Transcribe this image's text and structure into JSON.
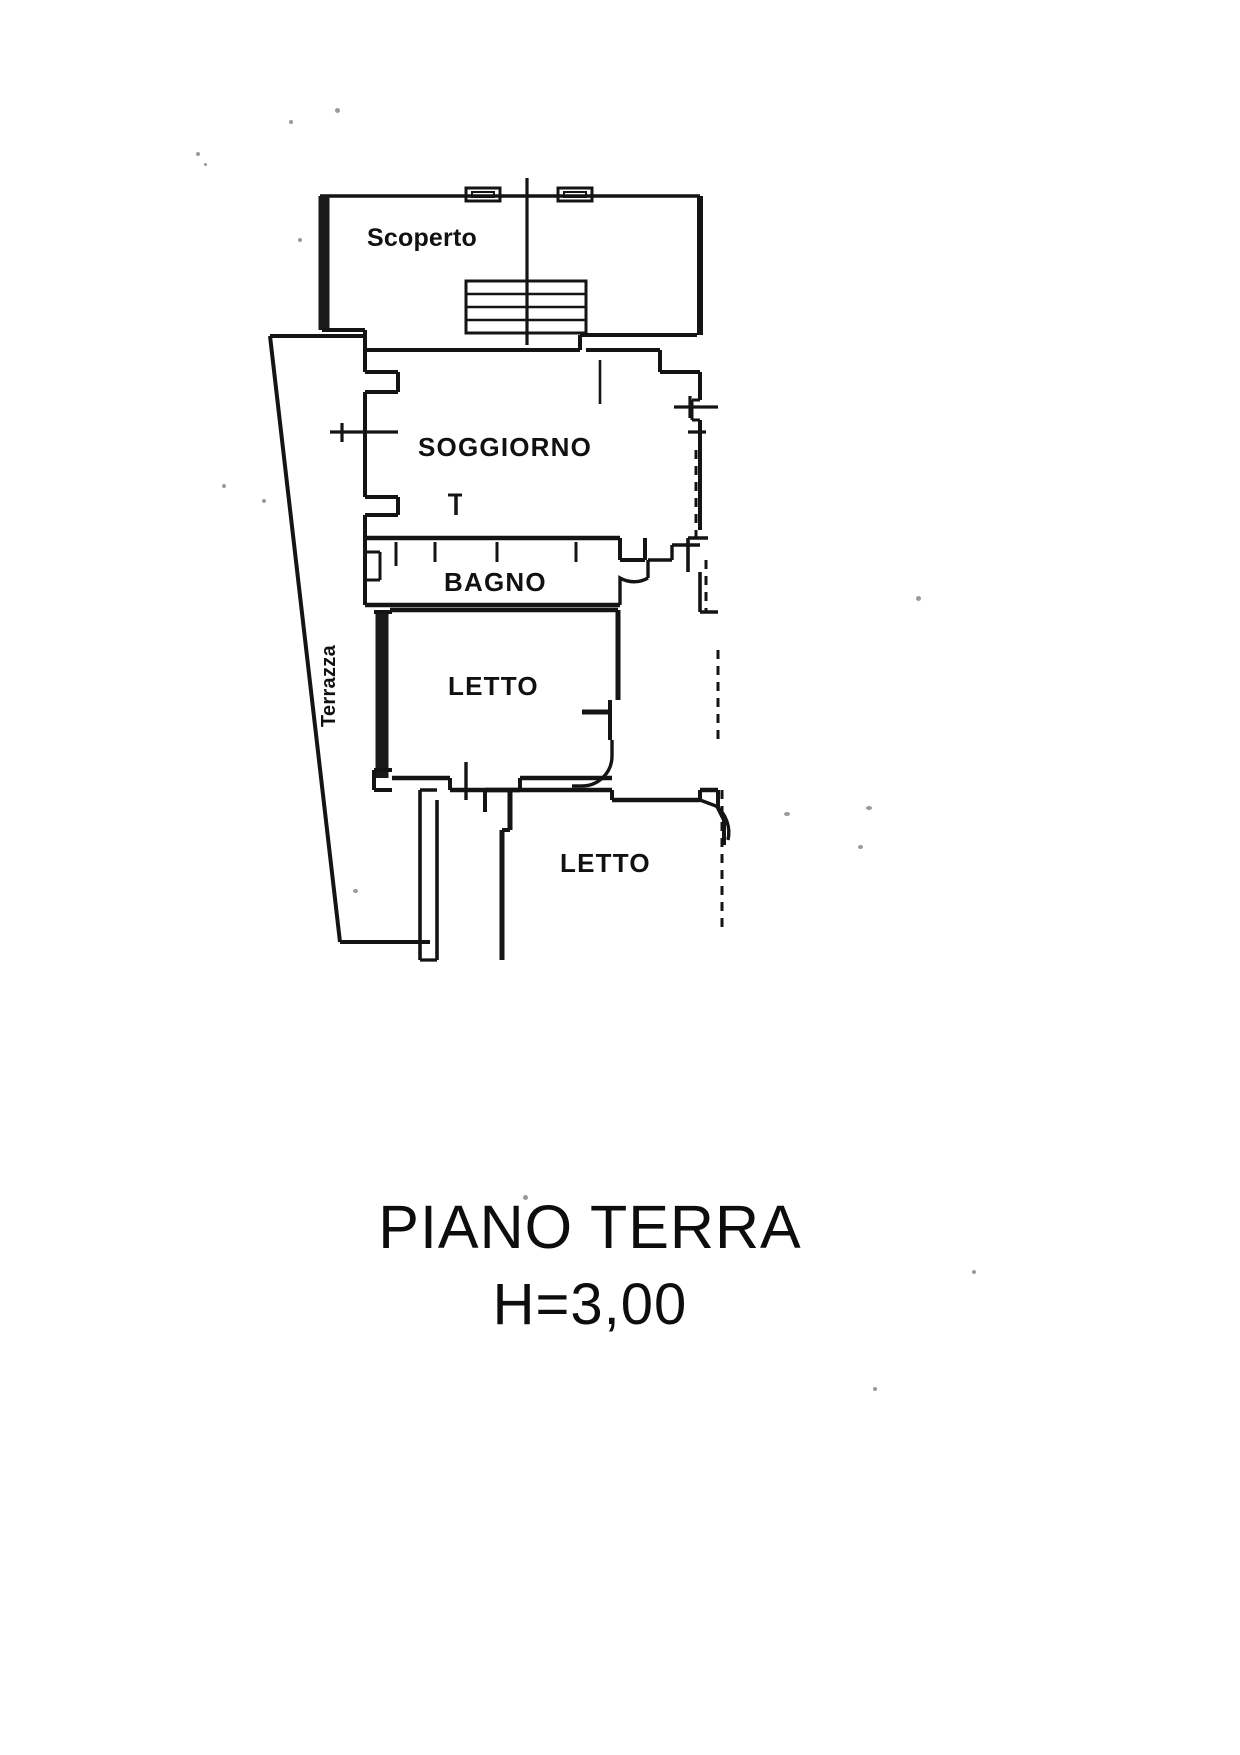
{
  "document": {
    "type": "architectural-floor-plan",
    "language": "it",
    "title_main": "PIANO TERRA",
    "title_sub": "H=3,00"
  },
  "rooms": [
    {
      "id": "scoperto",
      "label": "Scoperto"
    },
    {
      "id": "soggiorno",
      "label": "SOGGIORNO"
    },
    {
      "id": "bagno",
      "label": "BAGNO"
    },
    {
      "id": "letto_1",
      "label": "LETTO"
    },
    {
      "id": "letto_2",
      "label": "LETTO"
    },
    {
      "id": "terrazza",
      "label": "Terrazza"
    }
  ],
  "colors": {
    "ink": "#111111",
    "paper": "#ffffff",
    "wall_fill": "#1a1a1a"
  }
}
